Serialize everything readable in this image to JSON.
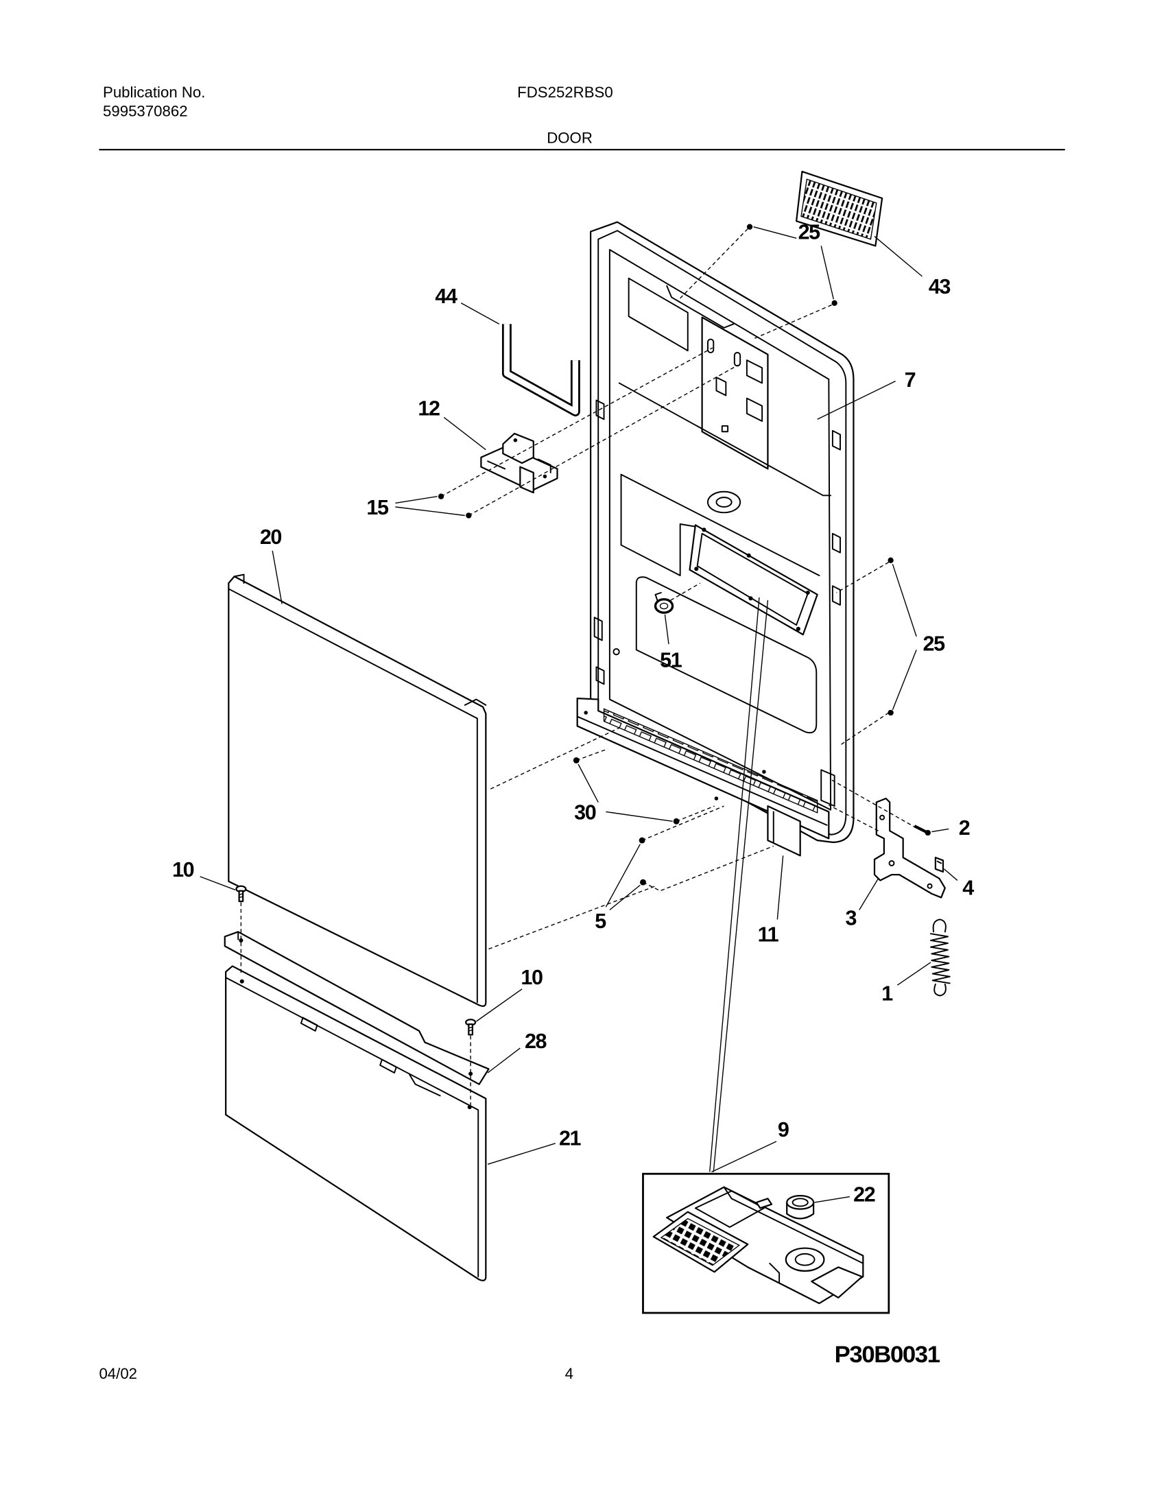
{
  "header": {
    "publication_label": "Publication No.",
    "publication_number": "5995370862",
    "model": "FDS252RBS0",
    "section": "DOOR"
  },
  "diagram": {
    "callouts": [
      "25",
      "43",
      "44",
      "7",
      "12",
      "15",
      "20",
      "25",
      "51",
      "30",
      "2",
      "10",
      "4",
      "3",
      "5",
      "11",
      "1",
      "10",
      "28",
      "9",
      "21",
      "22"
    ],
    "figure_code": "P30B0031"
  },
  "footer": {
    "date": "04/02",
    "page": "4"
  }
}
